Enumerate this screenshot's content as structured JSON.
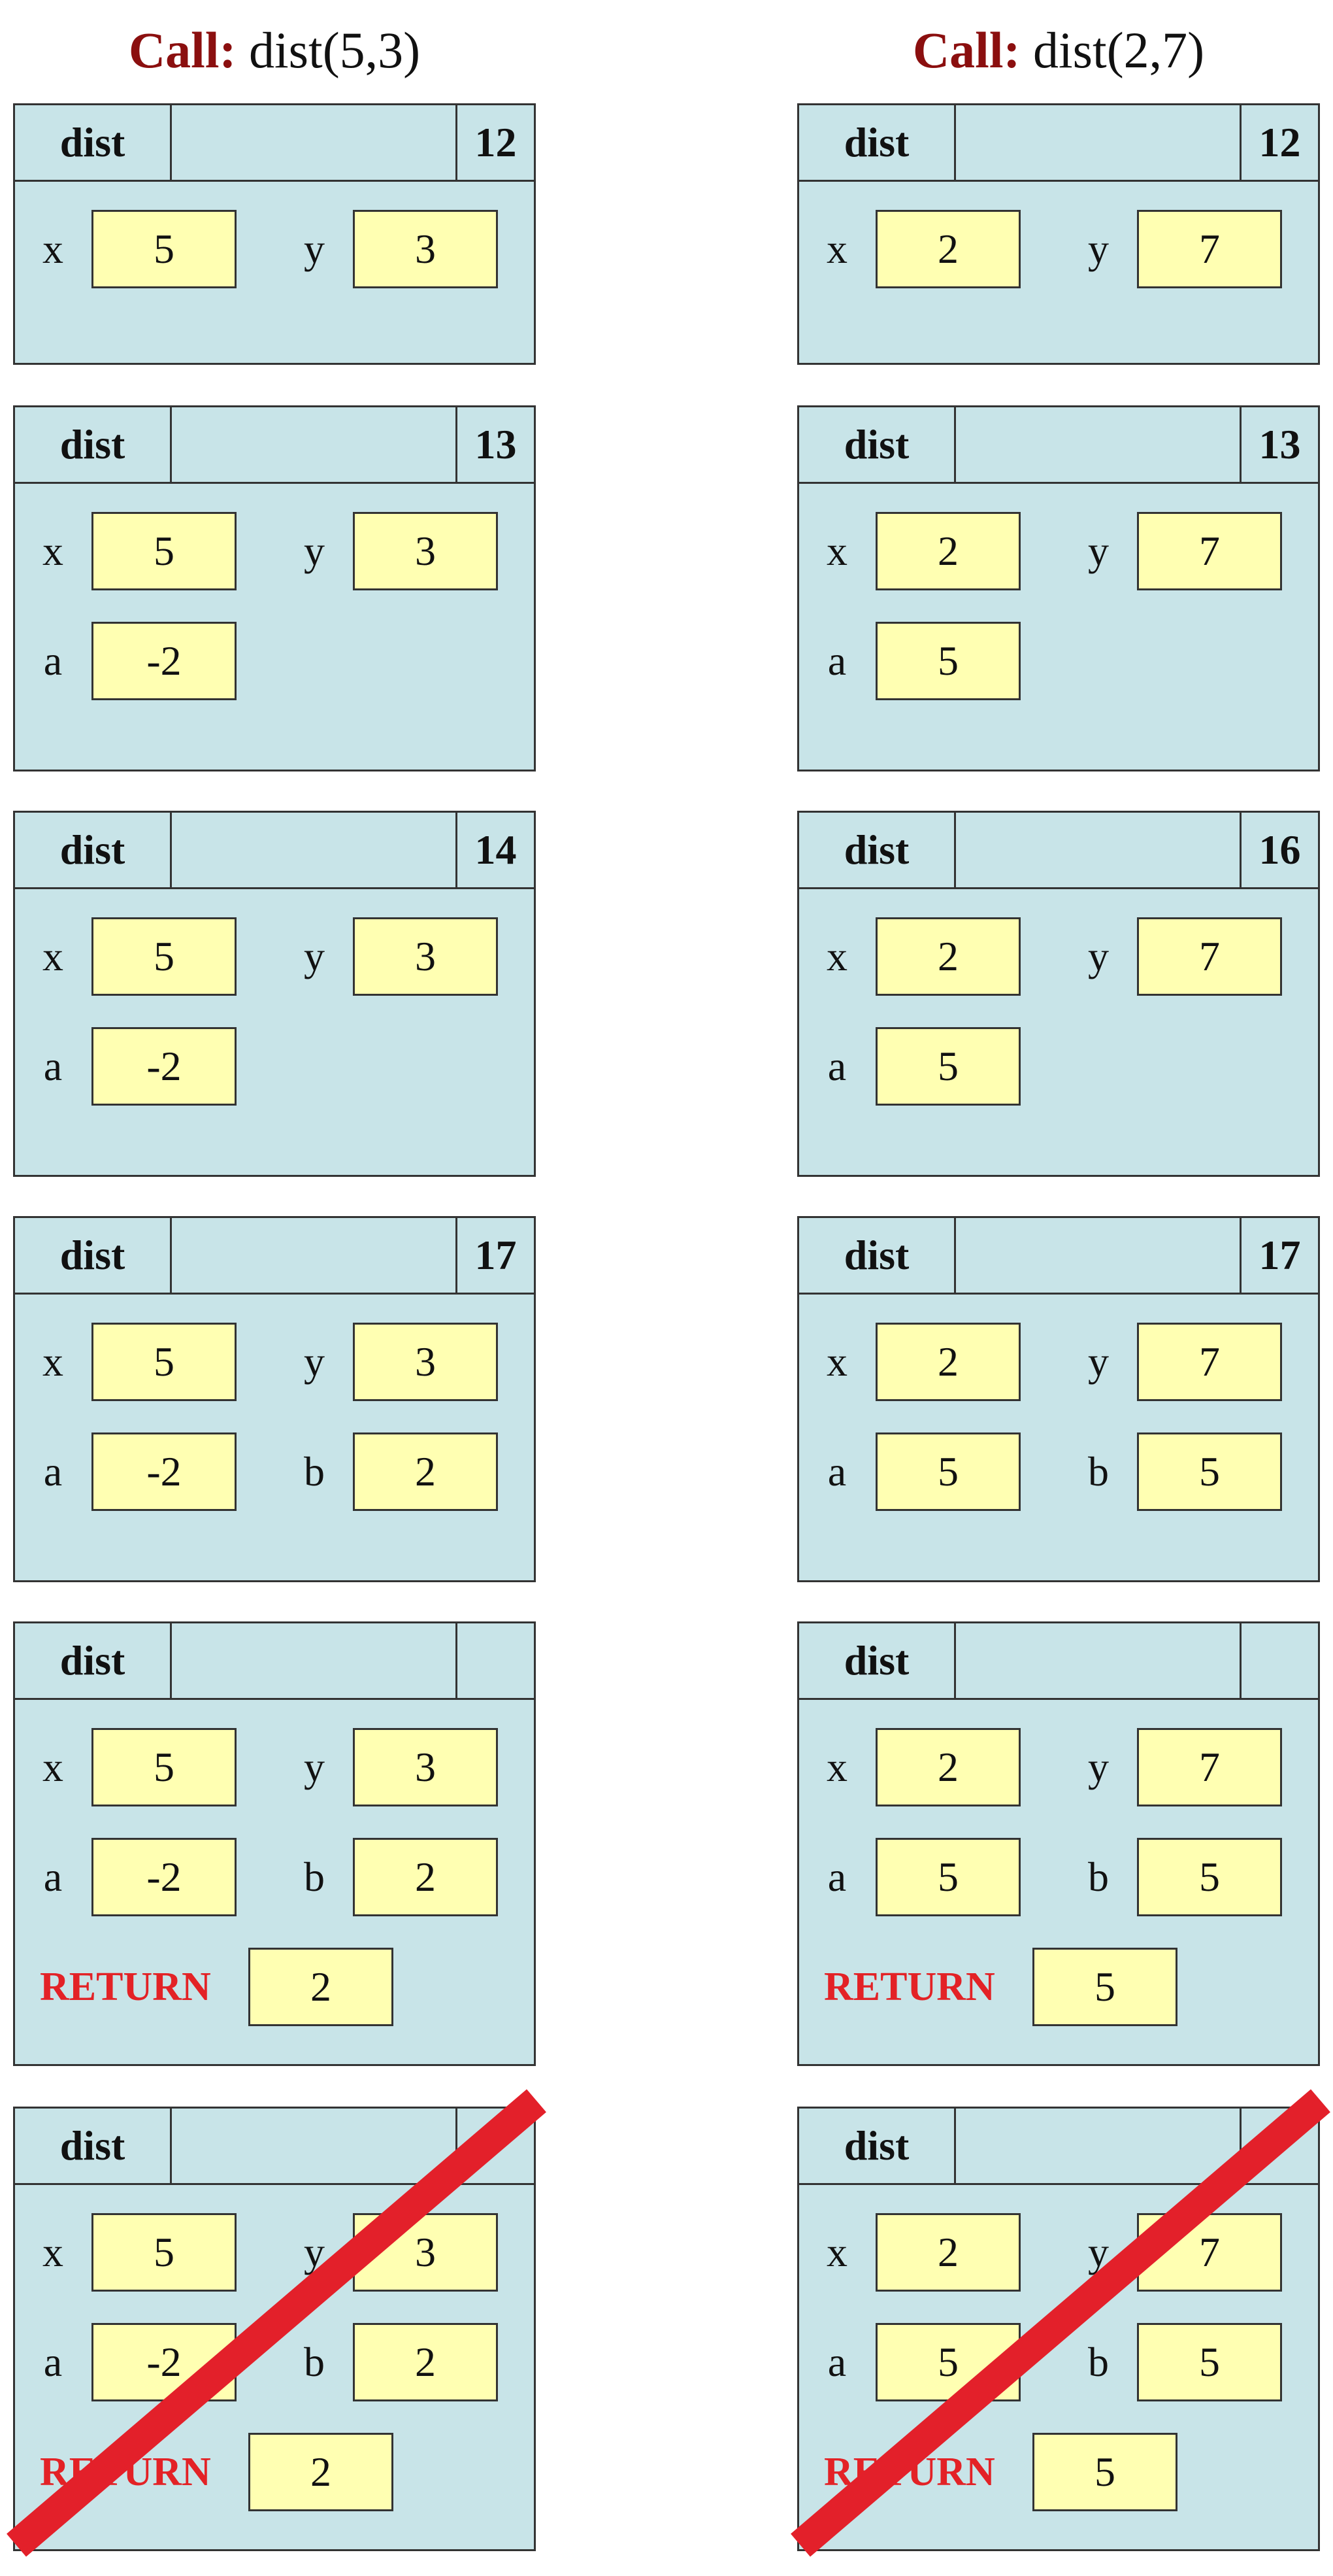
{
  "columns": [
    {
      "call_keyword": "Call:",
      "call_expr": "dist(5,3)",
      "frames": [
        {
          "name": "dist",
          "line": "12",
          "rows": [
            [
              {
                "label": "x",
                "value": "5"
              },
              {
                "label": "y",
                "value": "3"
              }
            ]
          ],
          "return_label": "",
          "return_value": "",
          "erased": false
        },
        {
          "name": "dist",
          "line": "13",
          "rows": [
            [
              {
                "label": "x",
                "value": "5"
              },
              {
                "label": "y",
                "value": "3"
              }
            ],
            [
              {
                "label": "a",
                "value": "-2"
              }
            ]
          ],
          "return_label": "",
          "return_value": "",
          "erased": false
        },
        {
          "name": "dist",
          "line": "14",
          "rows": [
            [
              {
                "label": "x",
                "value": "5"
              },
              {
                "label": "y",
                "value": "3"
              }
            ],
            [
              {
                "label": "a",
                "value": "-2"
              }
            ]
          ],
          "return_label": "",
          "return_value": "",
          "erased": false
        },
        {
          "name": "dist",
          "line": "17",
          "rows": [
            [
              {
                "label": "x",
                "value": "5"
              },
              {
                "label": "y",
                "value": "3"
              }
            ],
            [
              {
                "label": "a",
                "value": "-2"
              },
              {
                "label": "b",
                "value": "2"
              }
            ]
          ],
          "return_label": "",
          "return_value": "",
          "erased": false
        },
        {
          "name": "dist",
          "line": "",
          "rows": [
            [
              {
                "label": "x",
                "value": "5"
              },
              {
                "label": "y",
                "value": "3"
              }
            ],
            [
              {
                "label": "a",
                "value": "-2"
              },
              {
                "label": "b",
                "value": "2"
              }
            ]
          ],
          "return_label": "RETURN",
          "return_value": "2",
          "erased": false
        },
        {
          "name": "dist",
          "line": "",
          "rows": [
            [
              {
                "label": "x",
                "value": "5"
              },
              {
                "label": "y",
                "value": "3"
              }
            ],
            [
              {
                "label": "a",
                "value": "-2"
              },
              {
                "label": "b",
                "value": "2"
              }
            ]
          ],
          "return_label": "RETURN",
          "return_value": "2",
          "erased": true
        }
      ]
    },
    {
      "call_keyword": "Call:",
      "call_expr": "dist(2,7)",
      "frames": [
        {
          "name": "dist",
          "line": "12",
          "rows": [
            [
              {
                "label": "x",
                "value": "2"
              },
              {
                "label": "y",
                "value": "7"
              }
            ]
          ],
          "return_label": "",
          "return_value": "",
          "erased": false
        },
        {
          "name": "dist",
          "line": "13",
          "rows": [
            [
              {
                "label": "x",
                "value": "2"
              },
              {
                "label": "y",
                "value": "7"
              }
            ],
            [
              {
                "label": "a",
                "value": "5"
              }
            ]
          ],
          "return_label": "",
          "return_value": "",
          "erased": false
        },
        {
          "name": "dist",
          "line": "16",
          "rows": [
            [
              {
                "label": "x",
                "value": "2"
              },
              {
                "label": "y",
                "value": "7"
              }
            ],
            [
              {
                "label": "a",
                "value": "5"
              }
            ]
          ],
          "return_label": "",
          "return_value": "",
          "erased": false
        },
        {
          "name": "dist",
          "line": "17",
          "rows": [
            [
              {
                "label": "x",
                "value": "2"
              },
              {
                "label": "y",
                "value": "7"
              }
            ],
            [
              {
                "label": "a",
                "value": "5"
              },
              {
                "label": "b",
                "value": "5"
              }
            ]
          ],
          "return_label": "",
          "return_value": "",
          "erased": false
        },
        {
          "name": "dist",
          "line": "",
          "rows": [
            [
              {
                "label": "x",
                "value": "2"
              },
              {
                "label": "y",
                "value": "7"
              }
            ],
            [
              {
                "label": "a",
                "value": "5"
              },
              {
                "label": "b",
                "value": "5"
              }
            ]
          ],
          "return_label": "RETURN",
          "return_value": "5",
          "erased": false
        },
        {
          "name": "dist",
          "line": "",
          "rows": [
            [
              {
                "label": "x",
                "value": "2"
              },
              {
                "label": "y",
                "value": "7"
              }
            ],
            [
              {
                "label": "a",
                "value": "5"
              },
              {
                "label": "b",
                "value": "5"
              }
            ]
          ],
          "return_label": "RETURN",
          "return_value": "5",
          "erased": true
        }
      ]
    }
  ],
  "colors": {
    "frame_fill": "#c8e4e8",
    "value_box_fill": "#ffffb2",
    "call_keyword": "#8b0f0f",
    "return_label": "#e32226",
    "erase_cross": "#e3202a"
  }
}
